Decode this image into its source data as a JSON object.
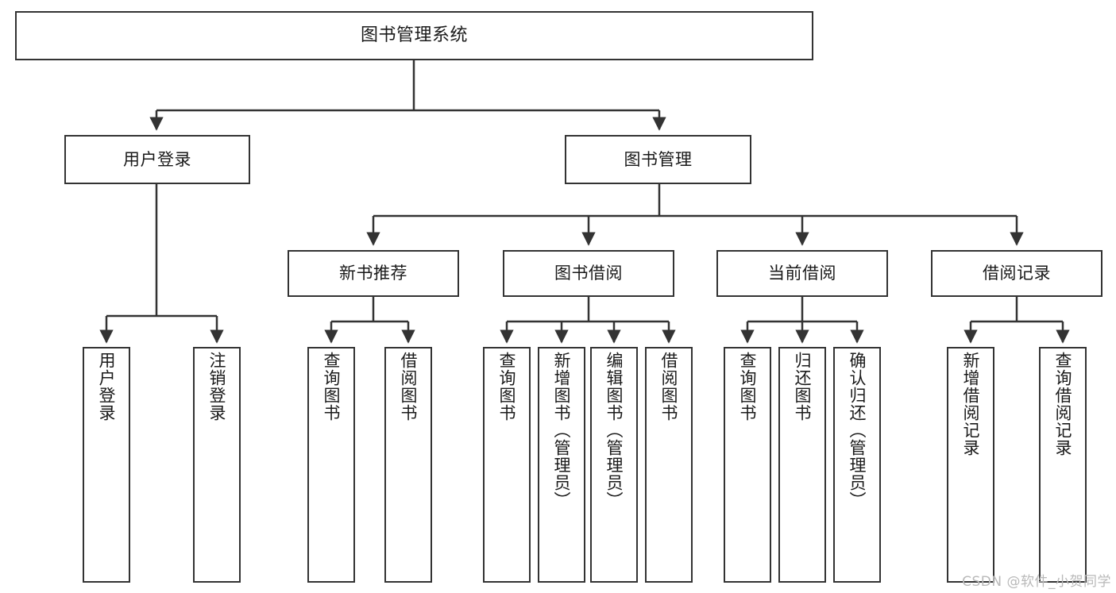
{
  "diagram": {
    "type": "hierarchy-tree",
    "title": "图书管理系统",
    "watermark": "CSDN @软件_小贺同学",
    "colors": {
      "box_border": "#333333",
      "box_fill": "#ffffff",
      "connector": "#333333",
      "text": "#1a1a1a",
      "watermark": "#b9b9b9",
      "background": "#ffffff"
    },
    "levels": {
      "root": {
        "label": "图书管理系统"
      },
      "level2": [
        {
          "id": "user-login",
          "label": "用户登录"
        },
        {
          "id": "book-manage",
          "label": "图书管理"
        }
      ],
      "level3": [
        {
          "id": "new-book-rec",
          "label": "新书推荐"
        },
        {
          "id": "book-borrow",
          "label": "图书借阅"
        },
        {
          "id": "current-borrow",
          "label": "当前借阅"
        },
        {
          "id": "borrow-record",
          "label": "借阅记录"
        }
      ],
      "leaves": {
        "user-login": [
          {
            "id": "leaf-user-login",
            "label": "用户登录"
          },
          {
            "id": "leaf-logout-login",
            "label": "注销登录"
          }
        ],
        "new-book-rec": [
          {
            "id": "leaf-query-book-1",
            "label": "查询图书"
          },
          {
            "id": "leaf-borrow-book-1",
            "label": "借阅图书"
          }
        ],
        "book-borrow": [
          {
            "id": "leaf-query-book-2",
            "label": "查询图书"
          },
          {
            "id": "leaf-add-book",
            "label": "新增图书（管理员）"
          },
          {
            "id": "leaf-edit-book",
            "label": "编辑图书（管理员）"
          },
          {
            "id": "leaf-borrow-book-2",
            "label": "借阅图书"
          }
        ],
        "current-borrow": [
          {
            "id": "leaf-query-book-3",
            "label": "查询图书"
          },
          {
            "id": "leaf-return-book",
            "label": "归还图书"
          },
          {
            "id": "leaf-confirm-return",
            "label": "确认归还（管理员）"
          }
        ],
        "borrow-record": [
          {
            "id": "leaf-add-record",
            "label": "新增借阅记录"
          },
          {
            "id": "leaf-query-record",
            "label": "查询借阅记录"
          }
        ]
      }
    }
  }
}
